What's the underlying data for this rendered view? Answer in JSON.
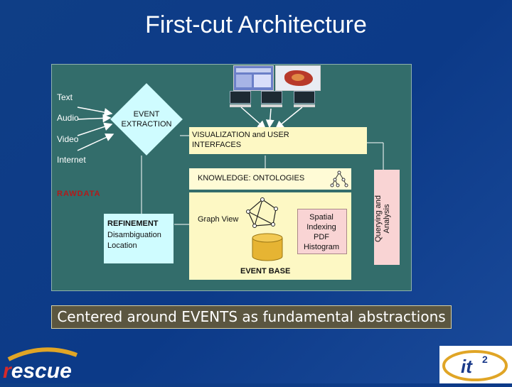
{
  "slide": {
    "title": "First-cut Architecture",
    "banner": "Centered around EVENTS as fundamental abstractions"
  },
  "inputs": {
    "text": "Text",
    "audio": "Audio",
    "video": "Video",
    "internet": "Internet"
  },
  "boxes": {
    "event_extraction": "EVENT\nEXTRACTION",
    "visualization": "VISUALIZATION and USER\nINTERFACES",
    "knowledge": "KNOWLEDGE: ONTOLOGIES",
    "rawdata": "RAWDATA",
    "refinement_title": "REFINEMENT",
    "refinement_items": "Disambiguation\nLocation",
    "graph_view": "Graph View",
    "spatial": "Spatial\nIndexing\nPDF\nHistogram",
    "event_base": "EVENT BASE",
    "querying": "Querying and\nAnalysis"
  },
  "logos": {
    "left": "rescue",
    "right": "it2"
  },
  "colors": {
    "background": "#0c3a88",
    "diagram_bg": "#336d6b",
    "yellow_box": "#fdf8c4",
    "cyan_box": "#cffcff",
    "pink_box": "#f9d4d4",
    "banner_bg": "#5b5640",
    "rawdata_text": "#b21a1a"
  }
}
